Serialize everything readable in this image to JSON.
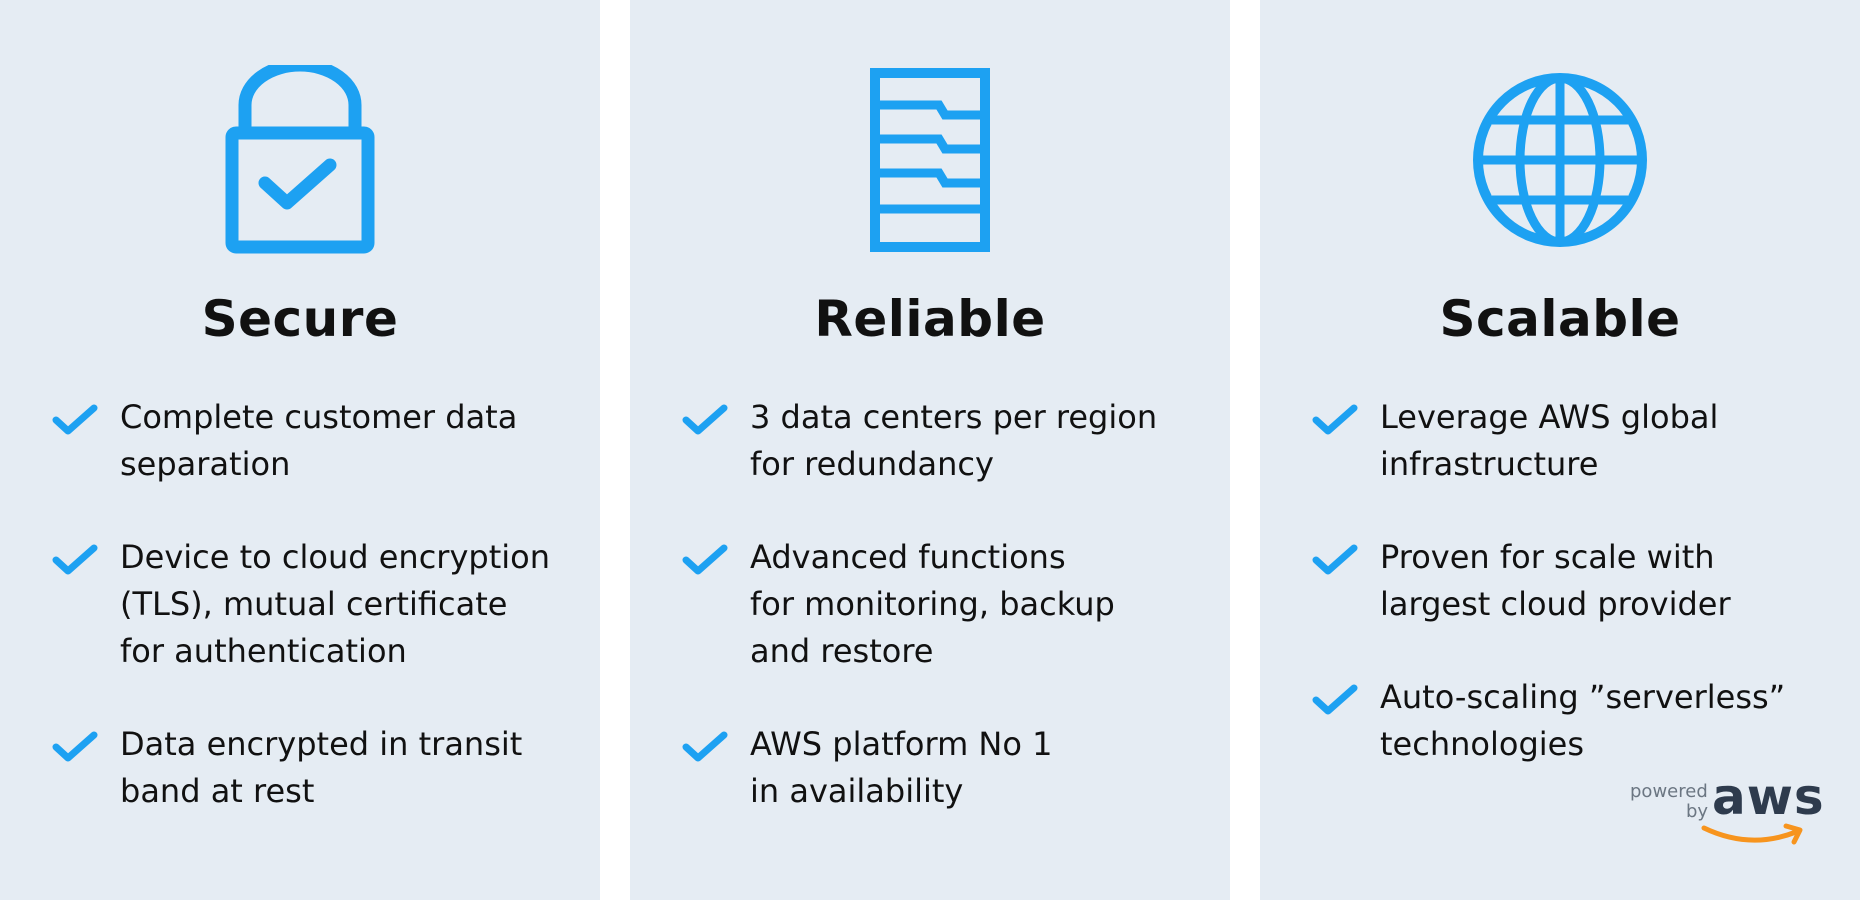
{
  "accent_color": "#1da1f2",
  "columns": [
    {
      "icon": "lock-check-icon",
      "title": "Secure",
      "features": [
        "Complete customer data\nseparation",
        "Device to cloud encryption\n(TLS), mutual certificate\nfor authentication",
        "Data encrypted in transit\nband at rest"
      ]
    },
    {
      "icon": "server-rack-icon",
      "title": "Reliable",
      "features": [
        "3 data centers per region\nfor redundancy",
        "Advanced functions\nfor monitoring, backup\nand restore",
        "AWS platform No 1\nin availability"
      ]
    },
    {
      "icon": "globe-icon",
      "title": "Scalable",
      "features": [
        "Leverage AWS global\ninfrastructure",
        "Proven for scale with\nlargest cloud provider",
        "Auto-scaling ”serverless”\ntechnologies"
      ]
    }
  ],
  "aws_logo": {
    "powered": "powered",
    "by": "by",
    "word": "aws"
  }
}
